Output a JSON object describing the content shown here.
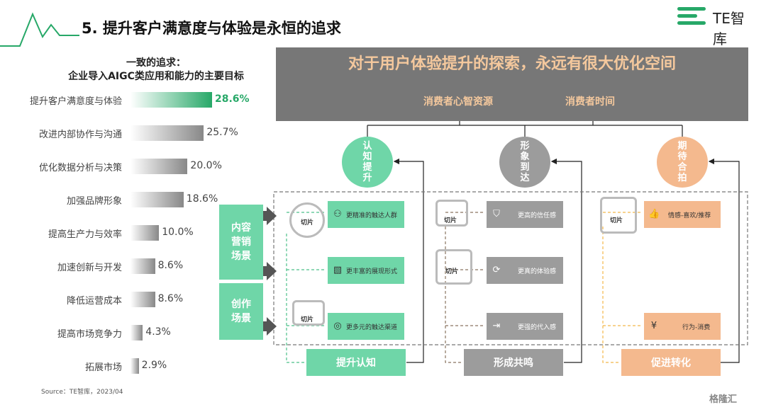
{
  "header": {
    "title": "5. 提升客户满意度与体验是永恒的追求",
    "brand": "TE智库"
  },
  "left": {
    "subtitle_line1": "一致的追求：",
    "subtitle_line2": "企业导入AIGC类应用和能力的主要目标"
  },
  "chart_data": {
    "type": "bar",
    "orientation": "horizontal",
    "categories": [
      "提升客户满意度与体验",
      "改进内部协作与沟通",
      "优化数据分析与决策",
      "加强品牌形象",
      "提高生产力与效率",
      "加速创新与开发",
      "降低运营成本",
      "提高市场竞争力",
      "拓展市场"
    ],
    "values": [
      28.6,
      25.7,
      20.0,
      18.6,
      10.0,
      8.6,
      8.6,
      4.3,
      2.9
    ],
    "value_labels": [
      "28.6%",
      "25.7%",
      "20.0%",
      "18.6%",
      "10.0%",
      "8.6%",
      "8.6%",
      "4.3%",
      "2.9%"
    ],
    "highlight_color": "#27a868",
    "bar_color": "#888888"
  },
  "diagram": {
    "top_title": "对于用户体验提升的探索，永远有很大优化空间",
    "resources": [
      "消费者心智资源",
      "消费者时间"
    ],
    "stages": [
      {
        "label": "认知提升",
        "color": "#6fd6a8"
      },
      {
        "label": "形象到达",
        "color": "#9c9c9c"
      },
      {
        "label": "期待合拍",
        "color": "#f4b98e"
      }
    ],
    "scenes": {
      "content_marketing": "内容营销场景",
      "creation": "创作场景"
    },
    "cut_label": "切片",
    "green_cards": [
      "更精准的触达人群",
      "更丰富的展现形式",
      "更多元的触达渠道"
    ],
    "gray_cards": [
      "更高的信任感",
      "更真的体验感",
      "更强的代入感"
    ],
    "orange_cards": [
      "情感-喜欢/推荐",
      "行为-消费"
    ],
    "bottom": [
      "提升认知",
      "形成共鸣",
      "促进转化"
    ]
  },
  "footer": {
    "source": "Source：TE智库，2023/04",
    "watermark": "格隆汇"
  }
}
